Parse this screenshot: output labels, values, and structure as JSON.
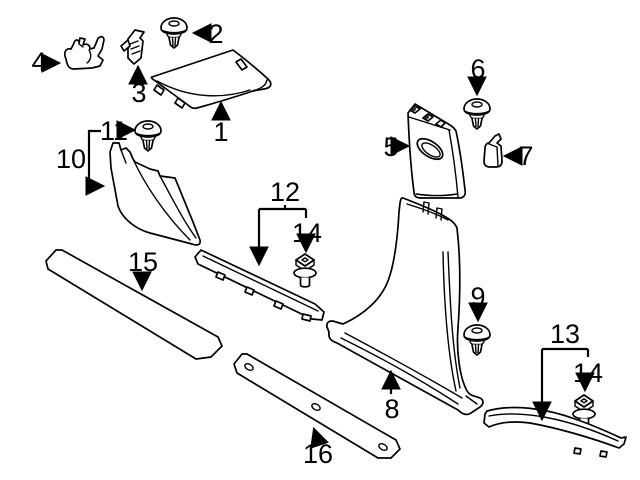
{
  "diagram": {
    "type": "exploded-parts-diagram",
    "background_color": "#ffffff",
    "line_color": "#000000",
    "callout_labels": {
      "n1": "1",
      "n2": "2",
      "n3": "3",
      "n4": "4",
      "n5": "5",
      "n6": "6",
      "n7": "7",
      "n8": "8",
      "n9": "9",
      "n10": "10",
      "n11": "11",
      "n12": "12",
      "n13": "13",
      "n14_center": "14",
      "n14_right": "14",
      "n15": "15",
      "n16": "16"
    }
  }
}
